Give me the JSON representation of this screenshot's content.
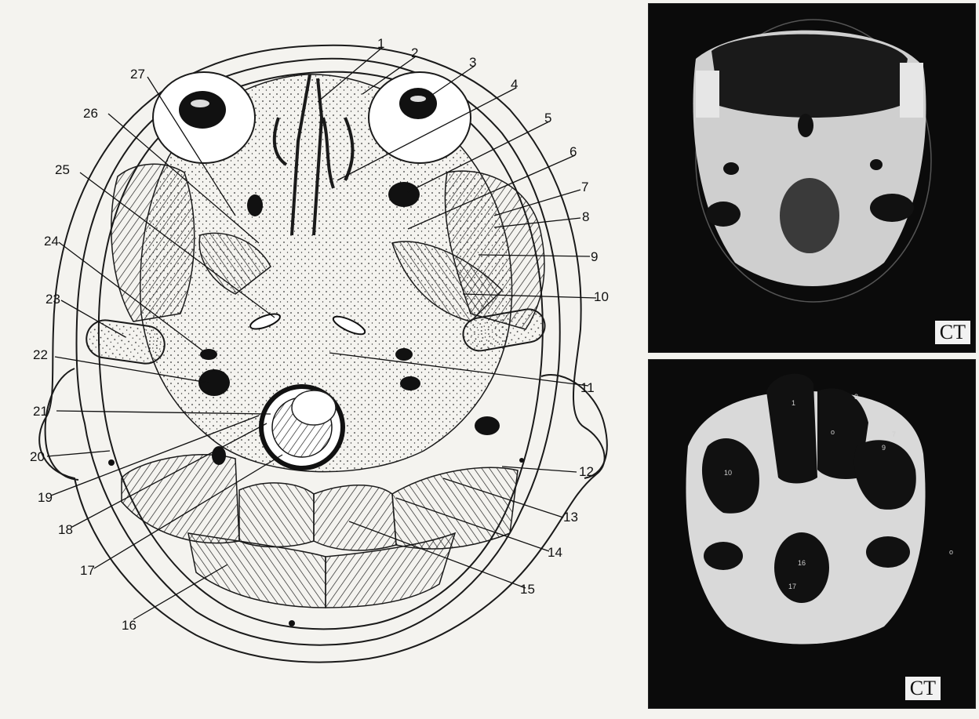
{
  "labels": [
    "1",
    "2",
    "3",
    "4",
    "5",
    "6",
    "7",
    "8",
    "9",
    "10",
    "11",
    "12",
    "13",
    "14",
    "15",
    "16",
    "17",
    "18",
    "19",
    "20",
    "21",
    "22",
    "23",
    "24",
    "25",
    "26",
    "27"
  ],
  "ct_panels": [
    {
      "label": "CT",
      "marks": []
    },
    {
      "label": "CT",
      "marks": [
        "1",
        "3",
        "6",
        "7",
        "9",
        "10",
        "16",
        "17",
        "2"
      ]
    }
  ],
  "colors": {
    "ink": "#1a1a1a",
    "paper": "#f4f3ef",
    "ct_bg": "#0b0b0b",
    "ct_tissue": "#d9d9d9"
  }
}
